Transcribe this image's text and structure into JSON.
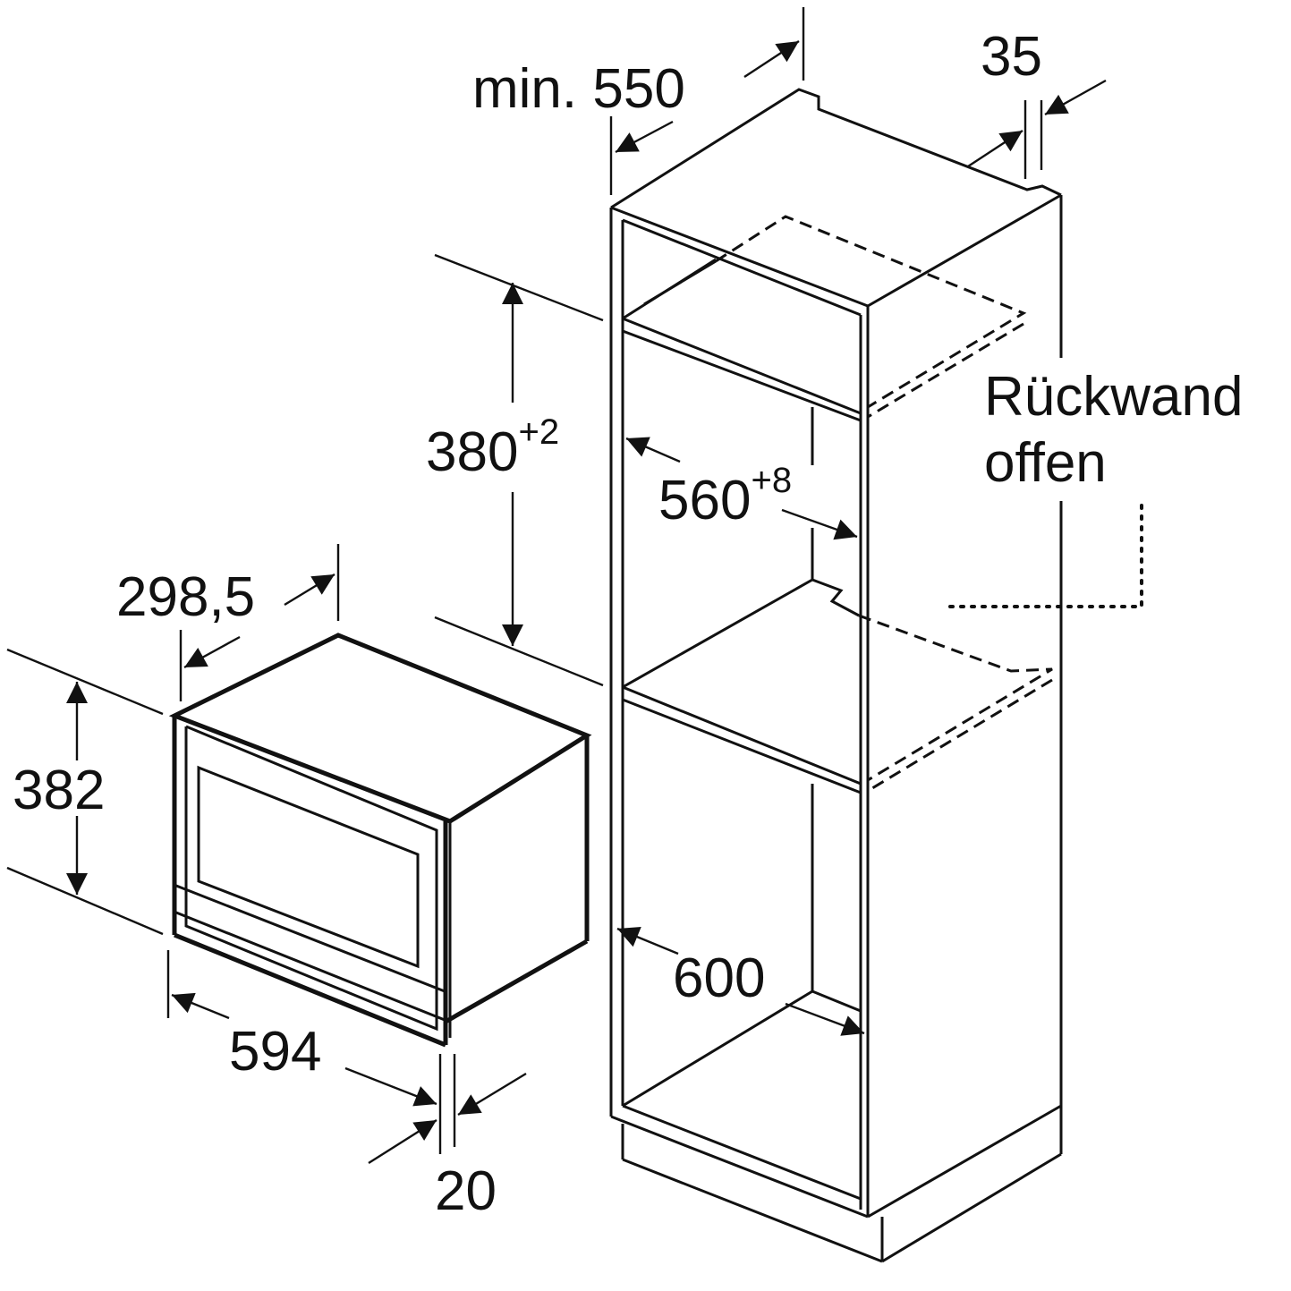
{
  "title": "Einbauzeichnung Mikrowelle",
  "appliance": {
    "height": "382",
    "width": "594",
    "depth": "298,5",
    "front_panel": "20"
  },
  "niche": {
    "height_base": "380",
    "height_tolerance": "+2",
    "width_base": "560",
    "width_tolerance": "+8",
    "min_depth": "min. 550",
    "cabinet_width": "600",
    "back_gap": "35"
  },
  "labels": {
    "back_wall_line1": "Rückwand",
    "back_wall_line2": "offen"
  }
}
